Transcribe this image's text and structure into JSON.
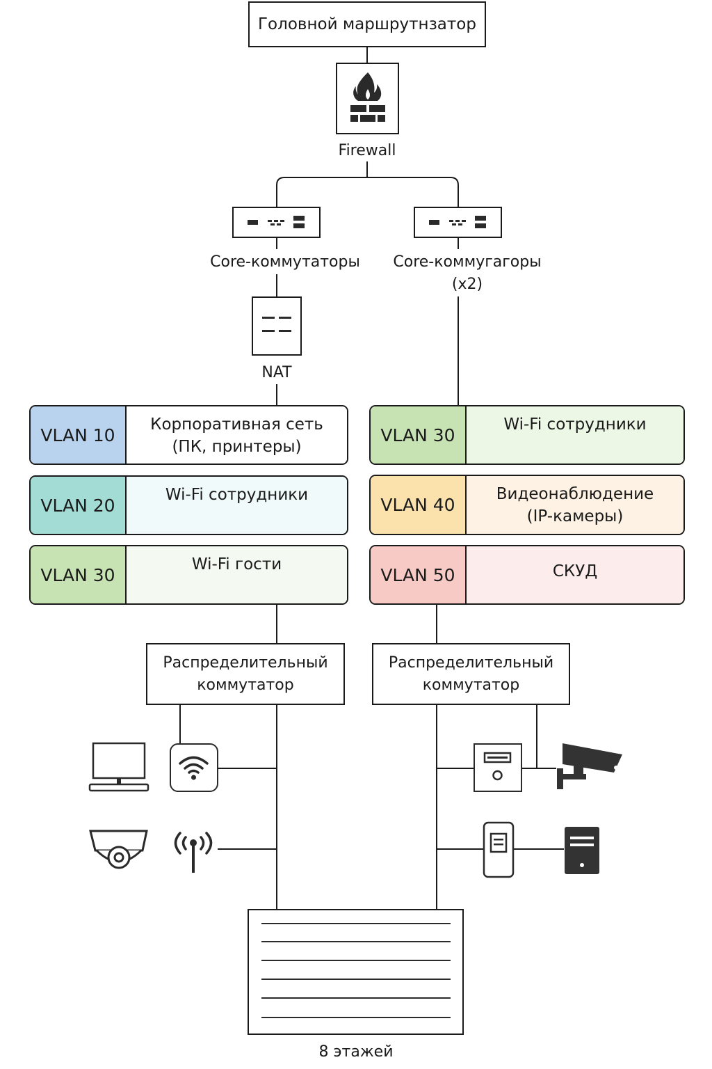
{
  "router": {
    "label": "Головной маршрутнзатор"
  },
  "firewall": {
    "label": "Firewall"
  },
  "core_left": {
    "label": "Core-коммутаторы"
  },
  "core_right": {
    "label_line1": "Core-коммугагоры",
    "label_line2": "(x2)"
  },
  "nat": {
    "label": "NAT"
  },
  "vlans_left": [
    {
      "tag": "VLAN 10",
      "desc": "Корпоративная сеть\n(ПК, принтеры)",
      "tag_color": "#b9d3ee",
      "desc_color": "#ffffff"
    },
    {
      "tag": "VLAN 20",
      "desc": "Wi-Fi сотрудники",
      "tag_color": "#a3dcd5",
      "desc_color": "#f1fafa"
    },
    {
      "tag": "VLAN 30",
      "desc": "Wi-Fi гости",
      "tag_color": "#c7e3b3",
      "desc_color": "#f4faf1"
    }
  ],
  "vlans_right": [
    {
      "tag": "VLAN 30",
      "desc": "Wi-Fi сотрудники",
      "tag_color": "#c7e3b3",
      "desc_color": "#ecf7e6"
    },
    {
      "tag": "VLAN 40",
      "desc": "Видеонаблюдение\n(IP-камеры)",
      "tag_color": "#fbe2ad",
      "desc_color": "#fdf2e4"
    },
    {
      "tag": "VLAN 50",
      "desc": "СКУД",
      "tag_color": "#f8cac6",
      "desc_color": "#fdecec"
    }
  ],
  "dist_left": {
    "label": "Распределительный\nкоммутатор"
  },
  "dist_right": {
    "label": "Распределительный\nкоммутатор"
  },
  "building": {
    "label": "8 этажей"
  },
  "icons": [
    "fire-icon",
    "switch-icon",
    "nat-icon",
    "monitor-icon",
    "wifi-icon",
    "dome-camera-icon",
    "antenna-icon",
    "intercom-icon",
    "cctv-camera-icon",
    "card-reader-icon",
    "server-icon"
  ]
}
